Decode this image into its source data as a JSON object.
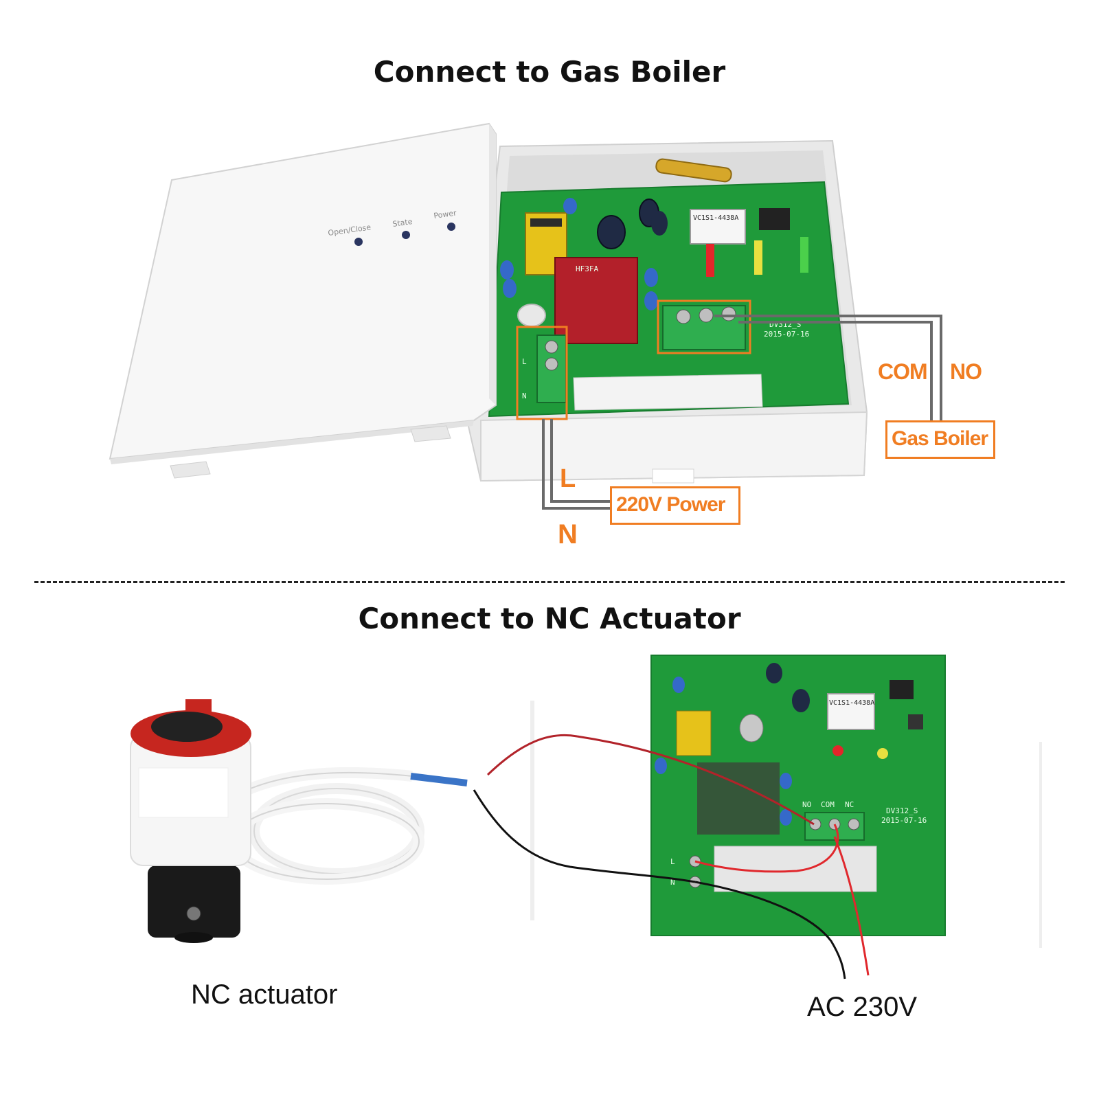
{
  "titles": {
    "top": "Connect to Gas Boiler",
    "bottom": "Connect to NC Actuator"
  },
  "device": {
    "led_labels": [
      "Open/Close",
      "State",
      "Power"
    ],
    "relay_marking": "HF3FA",
    "rf_module_marking": "VC1S1-4438A",
    "board_marking": "DV312_S",
    "board_date": "2015-07-16",
    "terminal_labels": [
      "NO",
      "COM",
      "NC"
    ],
    "power_terminal_labels": [
      "L",
      "N"
    ]
  },
  "wiring_top": {
    "com_label": "COM",
    "no_label": "NO",
    "gas_boiler_label": "Gas Boiler",
    "l_label": "L",
    "n_label": "N",
    "power_label": "220V Power"
  },
  "wiring_bottom": {
    "actuator_caption": "NC actuator",
    "supply_caption": "AC 230V"
  },
  "colors": {
    "accent_orange": "#f07d22",
    "pcb_green": "#1f9a3a",
    "terminal_green": "#2fae4f",
    "wire_red": "#d9262a",
    "wire_black": "#111111",
    "wire_gray": "#6a6a6a"
  }
}
